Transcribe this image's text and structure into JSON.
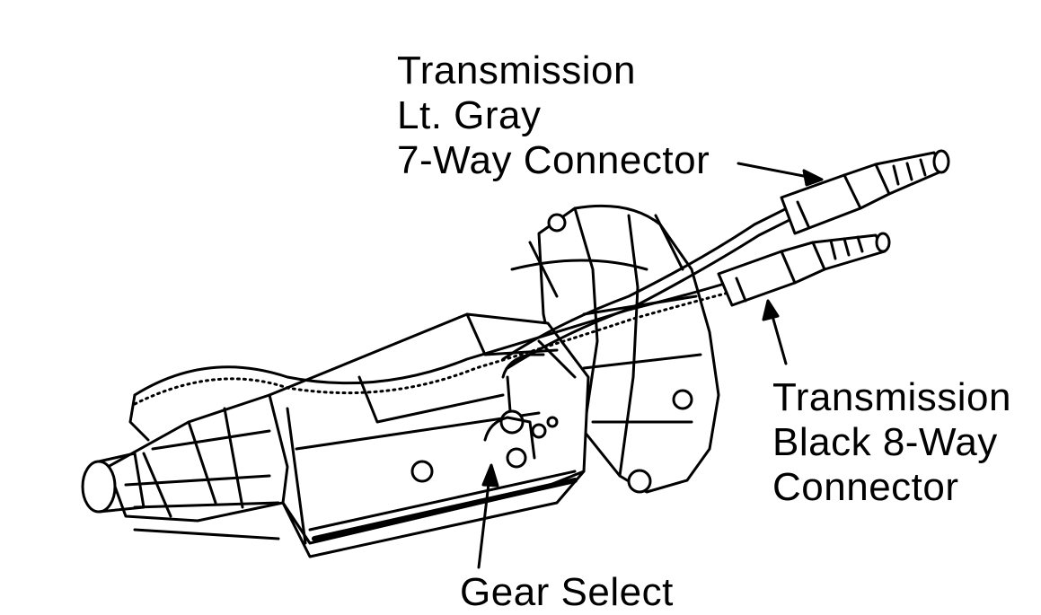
{
  "labels": {
    "gray_connector": [
      "Transmission",
      "Lt. Gray",
      "7-Way Connector"
    ],
    "black_connector": [
      "Transmission",
      "Black 8-Way",
      "Connector"
    ],
    "gear_select": "Gear Select"
  },
  "colors": {
    "ink": "#000000",
    "background": "#ffffff"
  }
}
